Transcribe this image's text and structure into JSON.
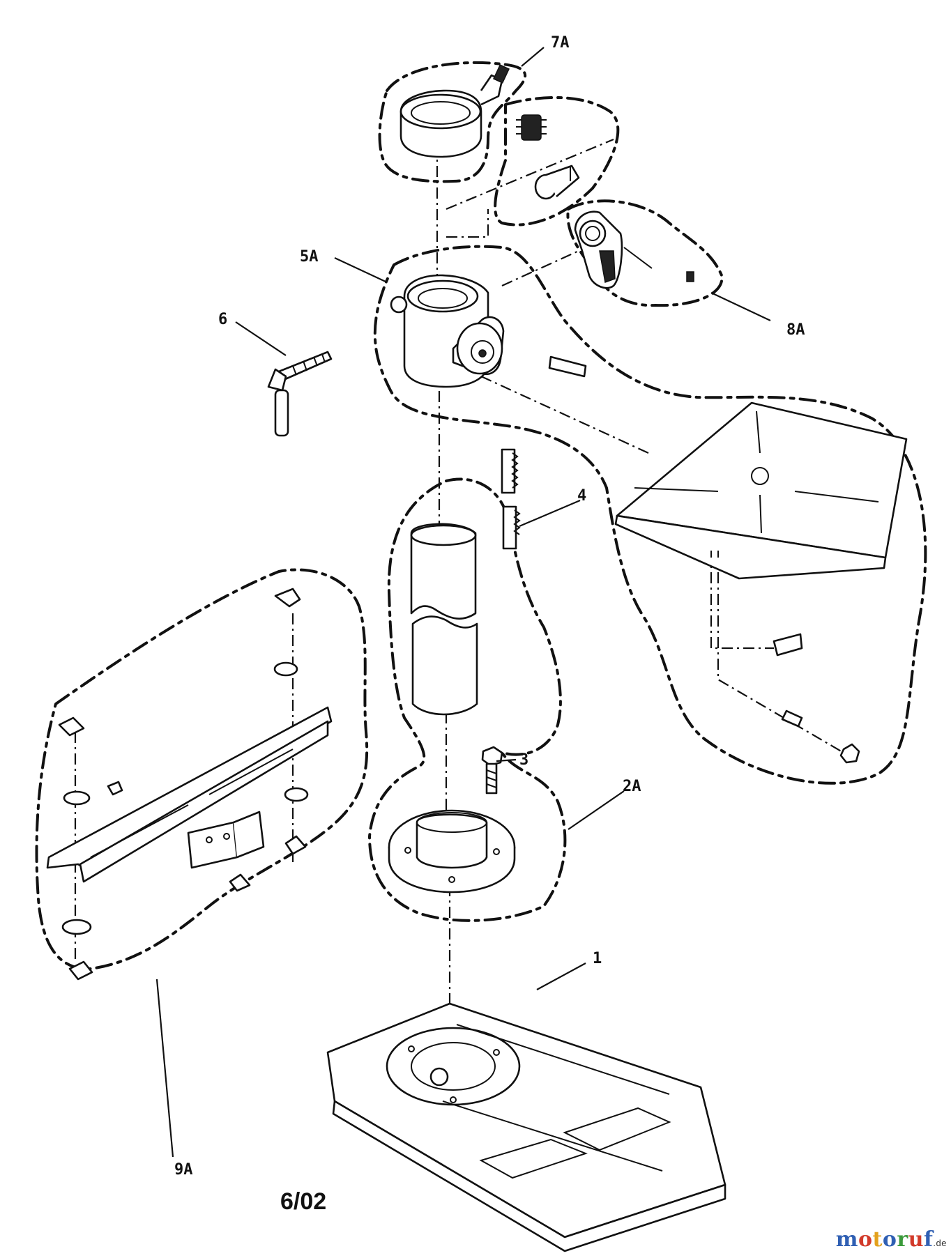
{
  "labels": {
    "part_7a": "7A",
    "part_5a": "5A",
    "part_6": "6",
    "part_8a": "8A",
    "part_4": "4",
    "part_3": "3",
    "part_2a": "2A",
    "part_9a": "9A",
    "part_1": "1"
  },
  "date_code": "6/02",
  "watermark": {
    "letters": [
      "m",
      "o",
      "t",
      "o",
      "r",
      "u",
      "f"
    ],
    "colors": [
      "#2f5fb3",
      "#d23a2a",
      "#e3a11d",
      "#2f5fb3",
      "#3a9a3a",
      "#d23a2a",
      "#2f5fb3"
    ],
    "suffix": ".de"
  }
}
